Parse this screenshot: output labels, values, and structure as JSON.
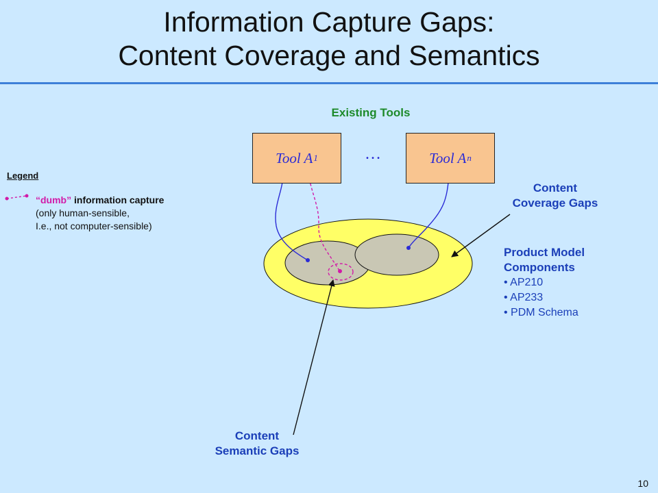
{
  "slide": {
    "title_line1": "Information Capture Gaps:",
    "title_line2": "Content Coverage and Semantics",
    "page_number": "10"
  },
  "tools": {
    "group_label": "Existing Tools",
    "tool1_main": "Tool A",
    "tool1_sub": "1",
    "toolN_main": "Tool A",
    "toolN_sub": "n",
    "ellipsis": "…"
  },
  "legend": {
    "title": "Legend",
    "dumb": "“dumb”",
    "line1_rest": " information capture",
    "line2": "(only human-sensible,",
    "line3": "I.e., not computer-sensible)"
  },
  "labels": {
    "coverage_line1": "Content",
    "coverage_line2": "Coverage Gaps",
    "semantic_line1": "Content",
    "semantic_line2": "Semantic Gaps"
  },
  "product_model": {
    "title_line1": "Product Model",
    "title_line2": "Components",
    "items": [
      "• AP210",
      "• AP233",
      "• PDM Schema"
    ]
  },
  "colors": {
    "background": "#cce9ff",
    "outer_ellipse": "#ffff66",
    "inner_ellipse": "#c9c7b4",
    "tool_box": "#f9c590",
    "smart_link": "#2b2bd6",
    "dumb_link": "#d21aa8",
    "green_label": "#1d8a2a",
    "blue_label": "#1b3fb8"
  }
}
